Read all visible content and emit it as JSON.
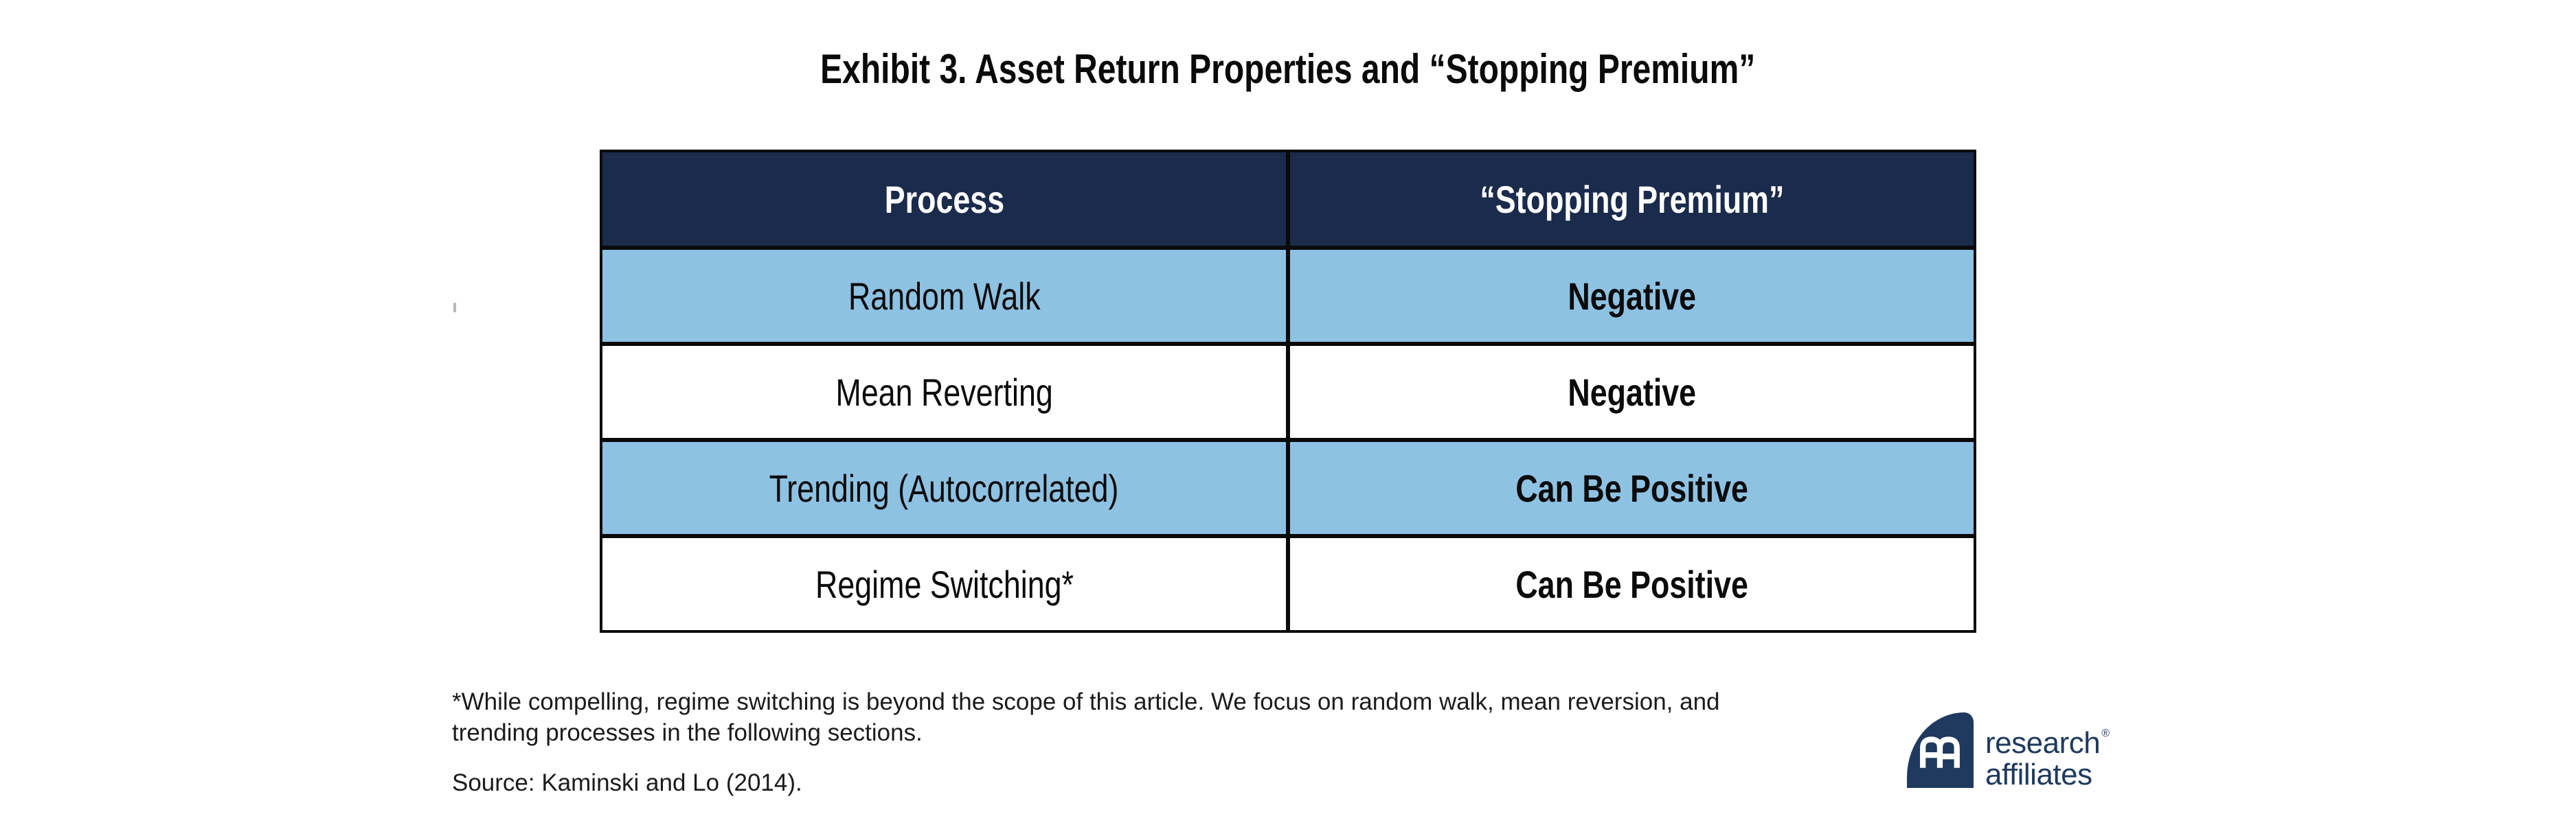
{
  "chart_data": {
    "type": "table",
    "title": "Exhibit 3. Asset Return Properties and “Stopping Premium”",
    "columns": [
      "Process",
      "“Stopping Premium”"
    ],
    "rows": [
      [
        "Random Walk",
        "Negative"
      ],
      [
        "Mean Reverting",
        "Negative"
      ],
      [
        "Trending (Autocorrelated)",
        "Can Be Positive"
      ],
      [
        "Regime Switching*",
        "Can Be Positive"
      ]
    ],
    "footnote_lines": [
      "*While compelling, regime switching is beyond the scope of this article. We focus on random walk, mean reversion, and",
      "trending processes in the following sections."
    ],
    "source": "Source: Kaminski and Lo (2014)."
  },
  "logo": {
    "line1": "research",
    "registered": "®",
    "line2": "affiliates",
    "monogram": "ra-monogram"
  },
  "colors": {
    "header_navy": "#1A2B4C",
    "row_blue": "#8EC2E3",
    "row_white": "#FFFFFF",
    "border_black": "#0A0A0A",
    "logo_navy": "#1F3A5E"
  }
}
